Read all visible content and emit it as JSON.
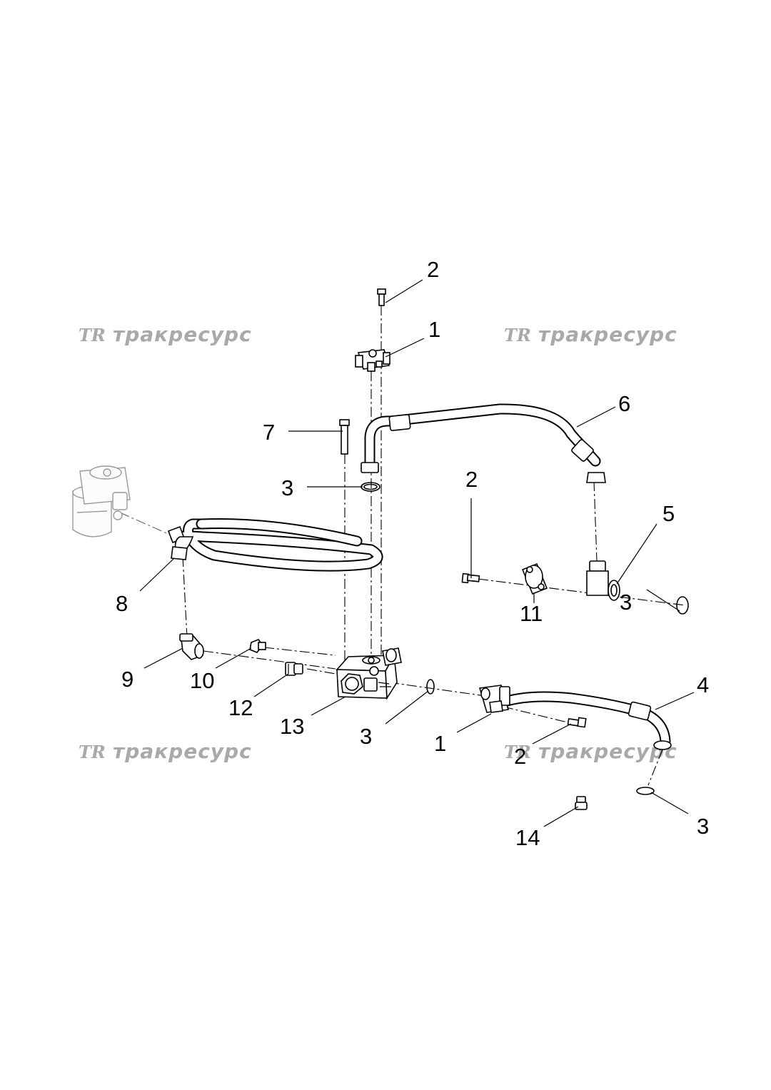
{
  "watermark": {
    "logo": "TR",
    "text": "тракресурс"
  },
  "callouts": {
    "c2_top": "2",
    "c1_top": "1",
    "c6": "6",
    "c7": "7",
    "c3_upper": "3",
    "c2_mid": "2",
    "c5": "5",
    "c8": "8",
    "c11": "11",
    "c3_right": "3",
    "c9": "9",
    "c10": "10",
    "c12": "12",
    "c13": "13",
    "c3_center": "3",
    "c1_bottom": "1",
    "c4": "4",
    "c2_bottom": "2",
    "c3_bottom": "3",
    "c14": "14"
  }
}
